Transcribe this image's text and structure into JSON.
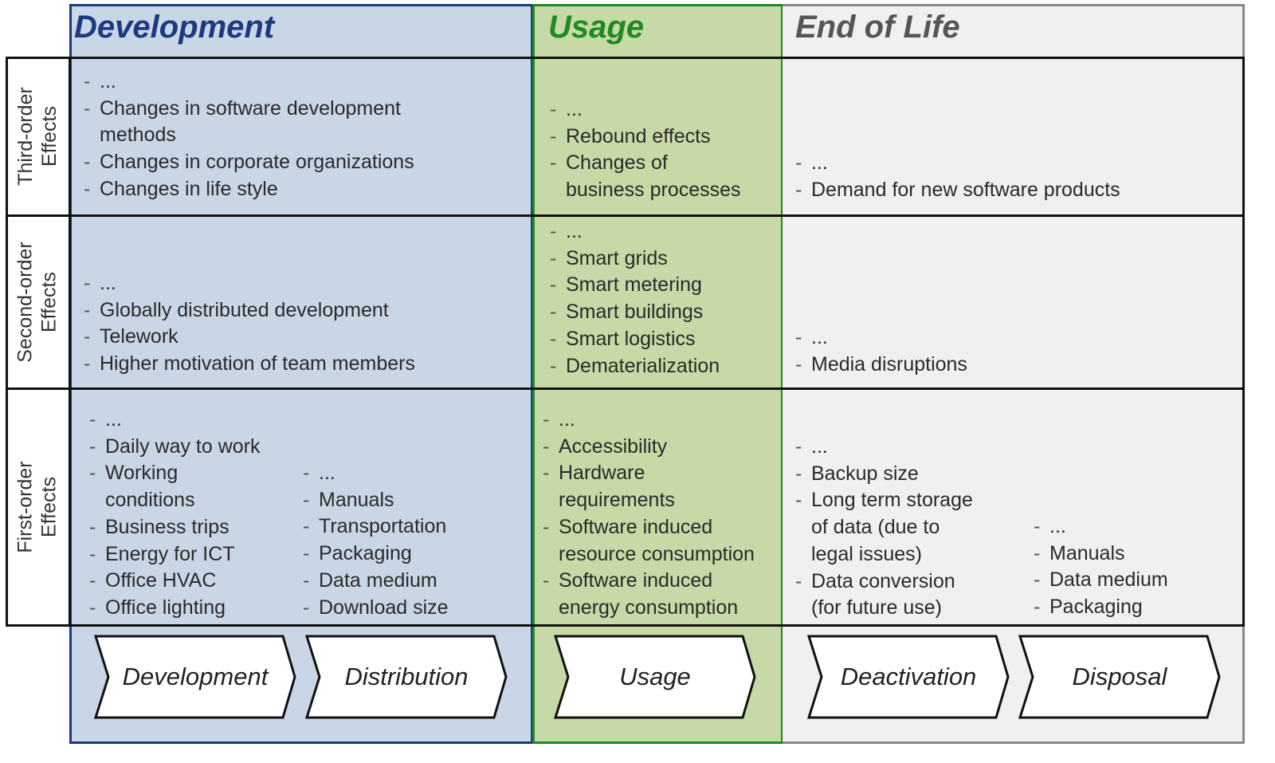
{
  "phases": {
    "development": "Development",
    "usage": "Usage",
    "end_of_life": "End of Life"
  },
  "rows": {
    "third": "Third-order\nEffects",
    "second": "Second-order\nEffects",
    "first": "First-order\nEffects"
  },
  "third": {
    "development": [
      "...",
      "Changes in software development\nmethods",
      "Changes in corporate organizations",
      "Changes in life style"
    ],
    "usage": [
      "...",
      "Rebound effects",
      "Changes of\nbusiness processes"
    ],
    "end_of_life": [
      "...",
      "Demand for new software products"
    ]
  },
  "second": {
    "development": [
      "...",
      "Globally distributed development",
      "Telework",
      "Higher motivation of team members"
    ],
    "usage": [
      "...",
      "Smart grids",
      "Smart metering",
      "Smart buildings",
      "Smart logistics",
      "Dematerialization"
    ],
    "end_of_life": [
      "...",
      "Media disruptions"
    ]
  },
  "first": {
    "development": [
      "...",
      "Daily way to work",
      "Working\nconditions",
      "Business trips",
      "Energy for ICT",
      "Office HVAC",
      "Office lighting"
    ],
    "distribution": [
      "...",
      "Manuals",
      "Transportation",
      "Packaging",
      "Data medium",
      "Download size"
    ],
    "usage": [
      "...",
      "Accessibility",
      "Hardware\nrequirements",
      "Software induced\nresource consumption",
      "Software induced\nenergy consumption"
    ],
    "deactivation": [
      "...",
      "Backup size",
      "Long term storage\nof data (due to\nlegal issues)",
      "Data conversion\n(for future use)"
    ],
    "disposal": [
      "...",
      "Manuals",
      "Data medium",
      "Packaging"
    ]
  },
  "process": [
    "Development",
    "Distribution",
    "Usage",
    "Deactivation",
    "Disposal"
  ],
  "colors": {
    "development": "#1c3a80",
    "usage": "#1f8a20",
    "end_of_life": "#555555"
  }
}
